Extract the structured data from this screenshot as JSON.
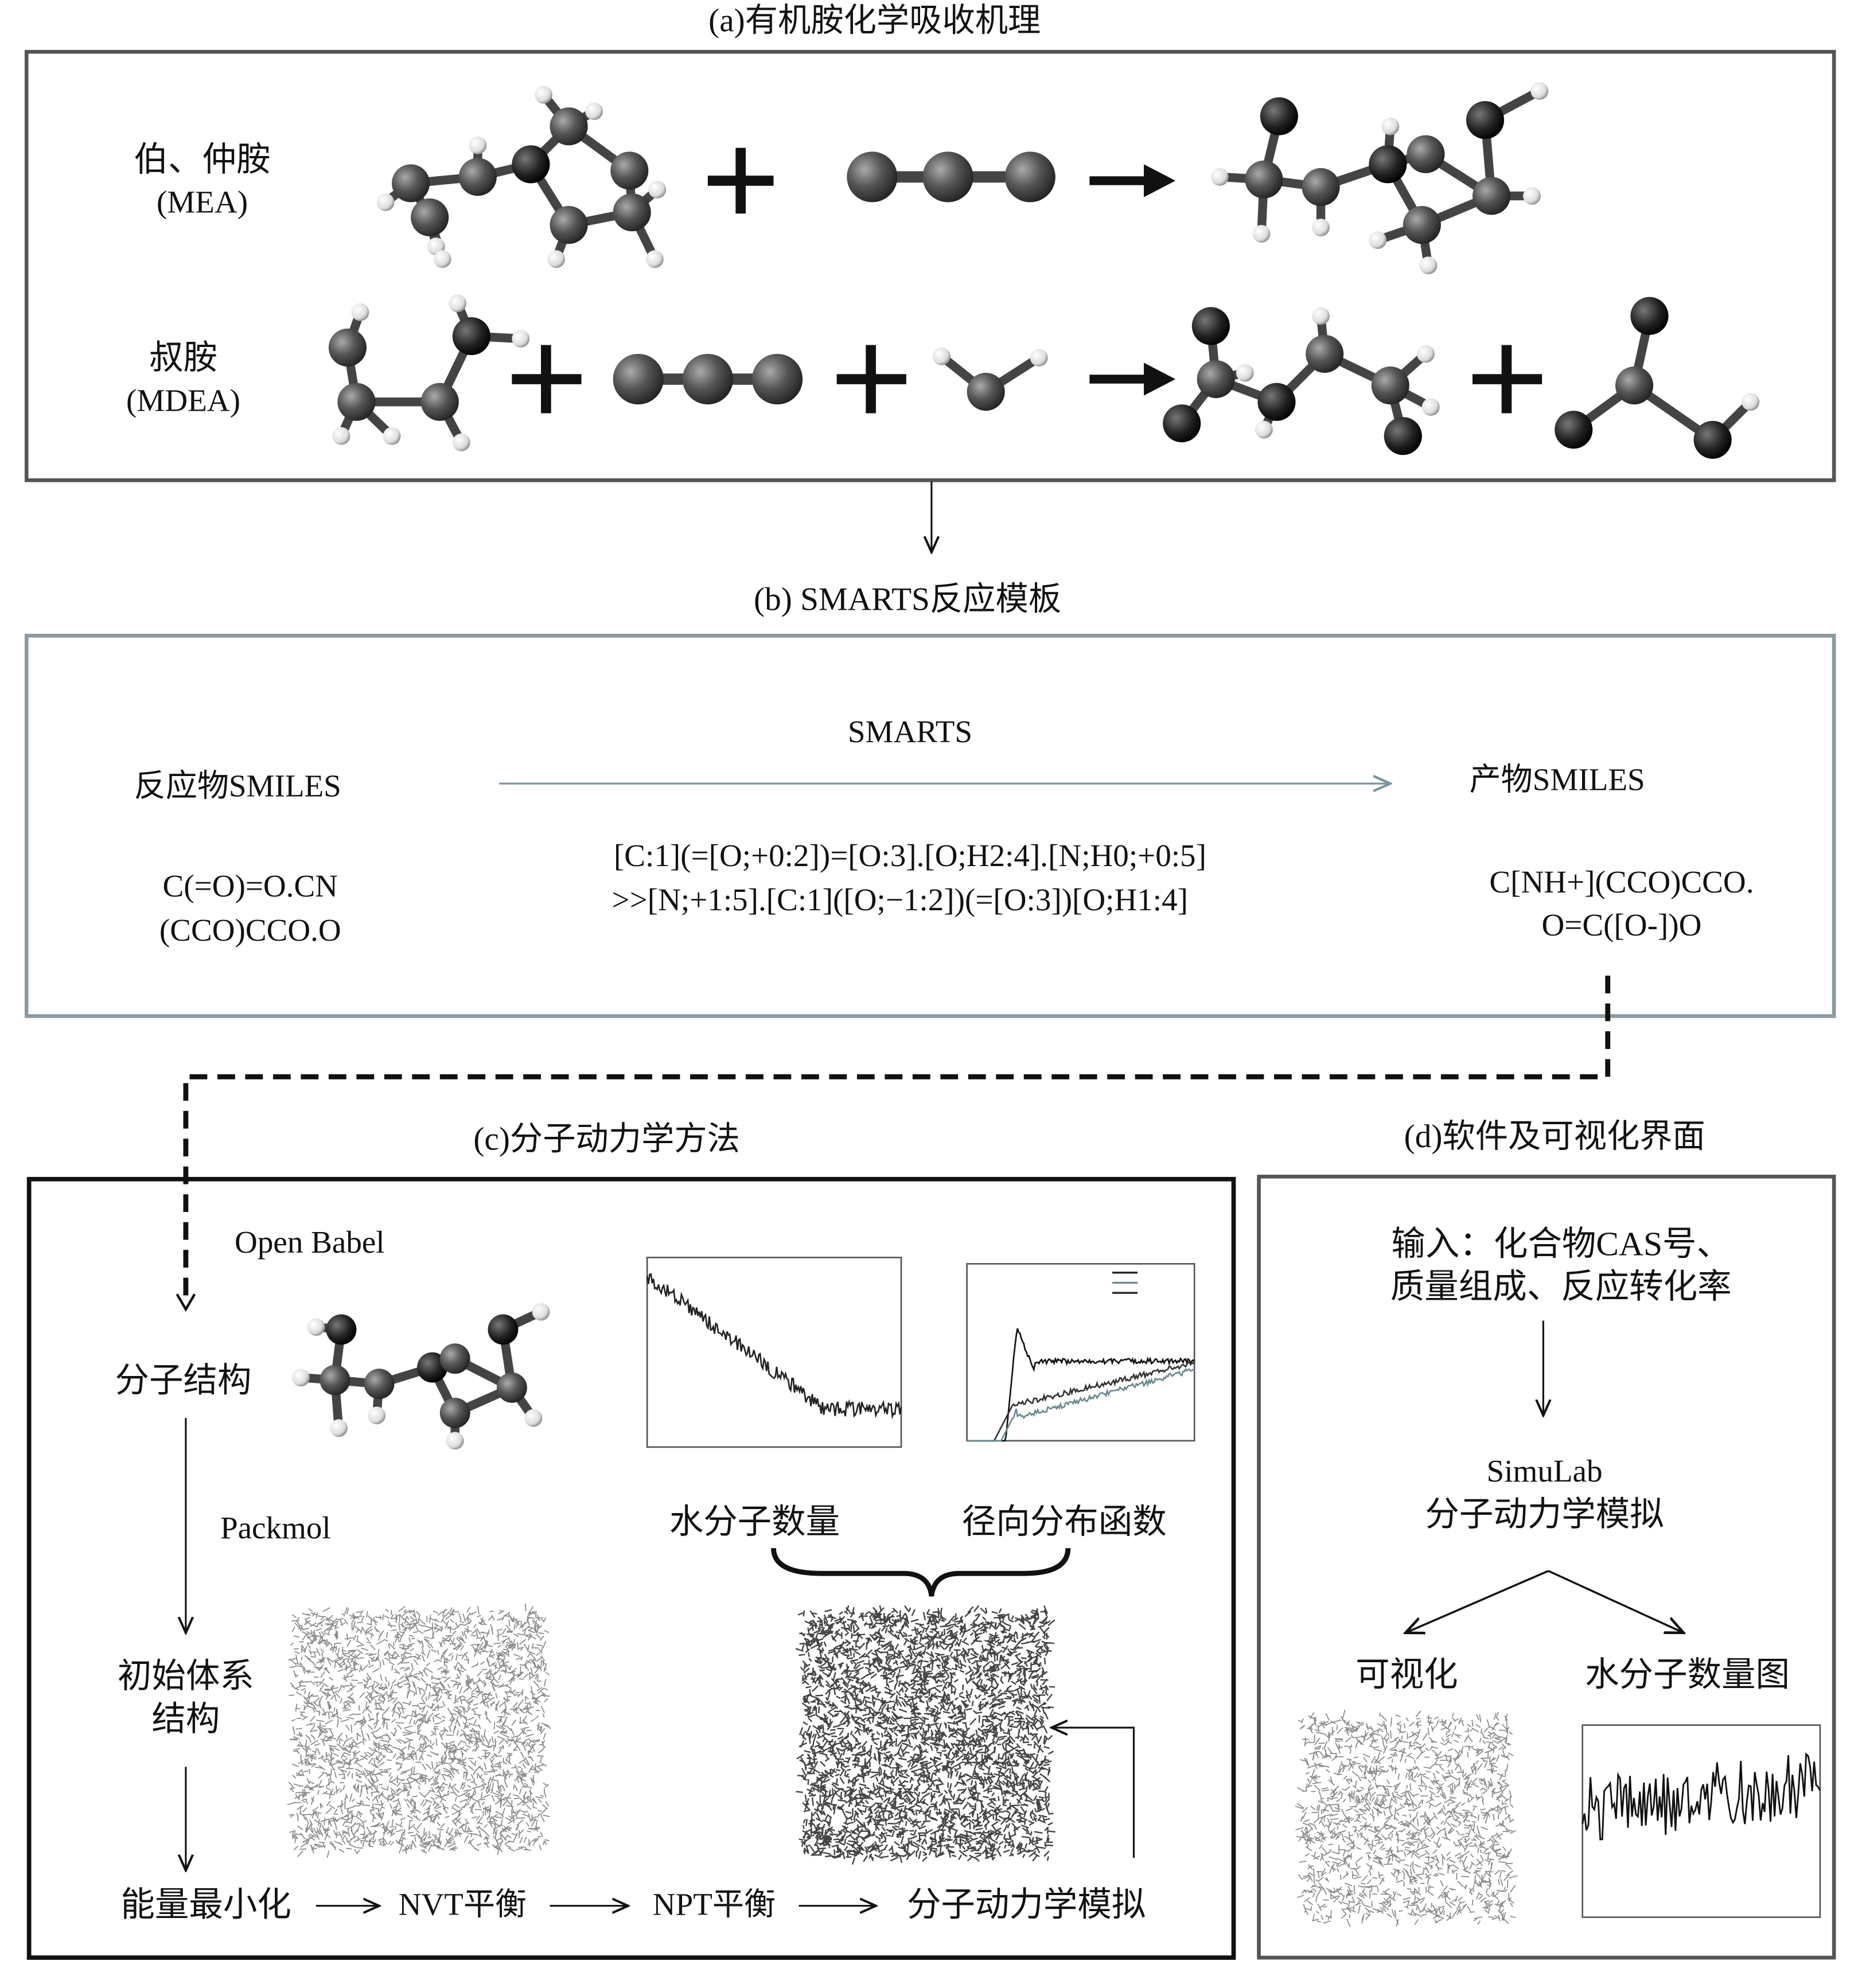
{
  "panel_a": {
    "title": "(a)有机胺化学吸收机理",
    "row1_label": "伯、仲胺",
    "row1_sub": "(MEA)",
    "row2_label": "叔胺",
    "row2_sub": "(MDEA)"
  },
  "panel_b": {
    "title": "(b) SMARTS反应模板",
    "reactant_label": "反应物SMILES",
    "product_label": "产物SMILES",
    "arrow_label": "SMARTS",
    "reactant_line1": "C(=O)=O.CN",
    "reactant_line2": "(CCO)CCO.O",
    "template_line1": "[C:1](=[O;+0:2])=[O:3].[O;H2:4].[N;H0;+0:5]",
    "template_line2": ">>[N;+1:5].[C:1]([O;−1:2])(=[O:3])[O;H1:4]",
    "product_line1": "C[NH+](CCO)CCO.",
    "product_line2": "O=C([O-])O"
  },
  "panel_c": {
    "title": "(c)分子动力学方法",
    "open_babel": "Open Babel",
    "molecular_structure": "分子结构",
    "packmol": "Packmol",
    "initial_system_1": "初始体系",
    "initial_system_2": "结构",
    "water_count": "水分子数量",
    "rdf": "径向分布函数",
    "steps": [
      "能量最小化",
      "NVT平衡",
      "NPT平衡",
      "分子动力学模拟"
    ]
  },
  "panel_d": {
    "title": "(d)软件及可视化界面",
    "input_line1": "输入：化合物CAS号、",
    "input_line2": "质量组成、反应转化率",
    "software": "SimuLab",
    "software_sub": "分子动力学模拟",
    "visualization": "可视化",
    "water_chart": "水分子数量图"
  }
}
